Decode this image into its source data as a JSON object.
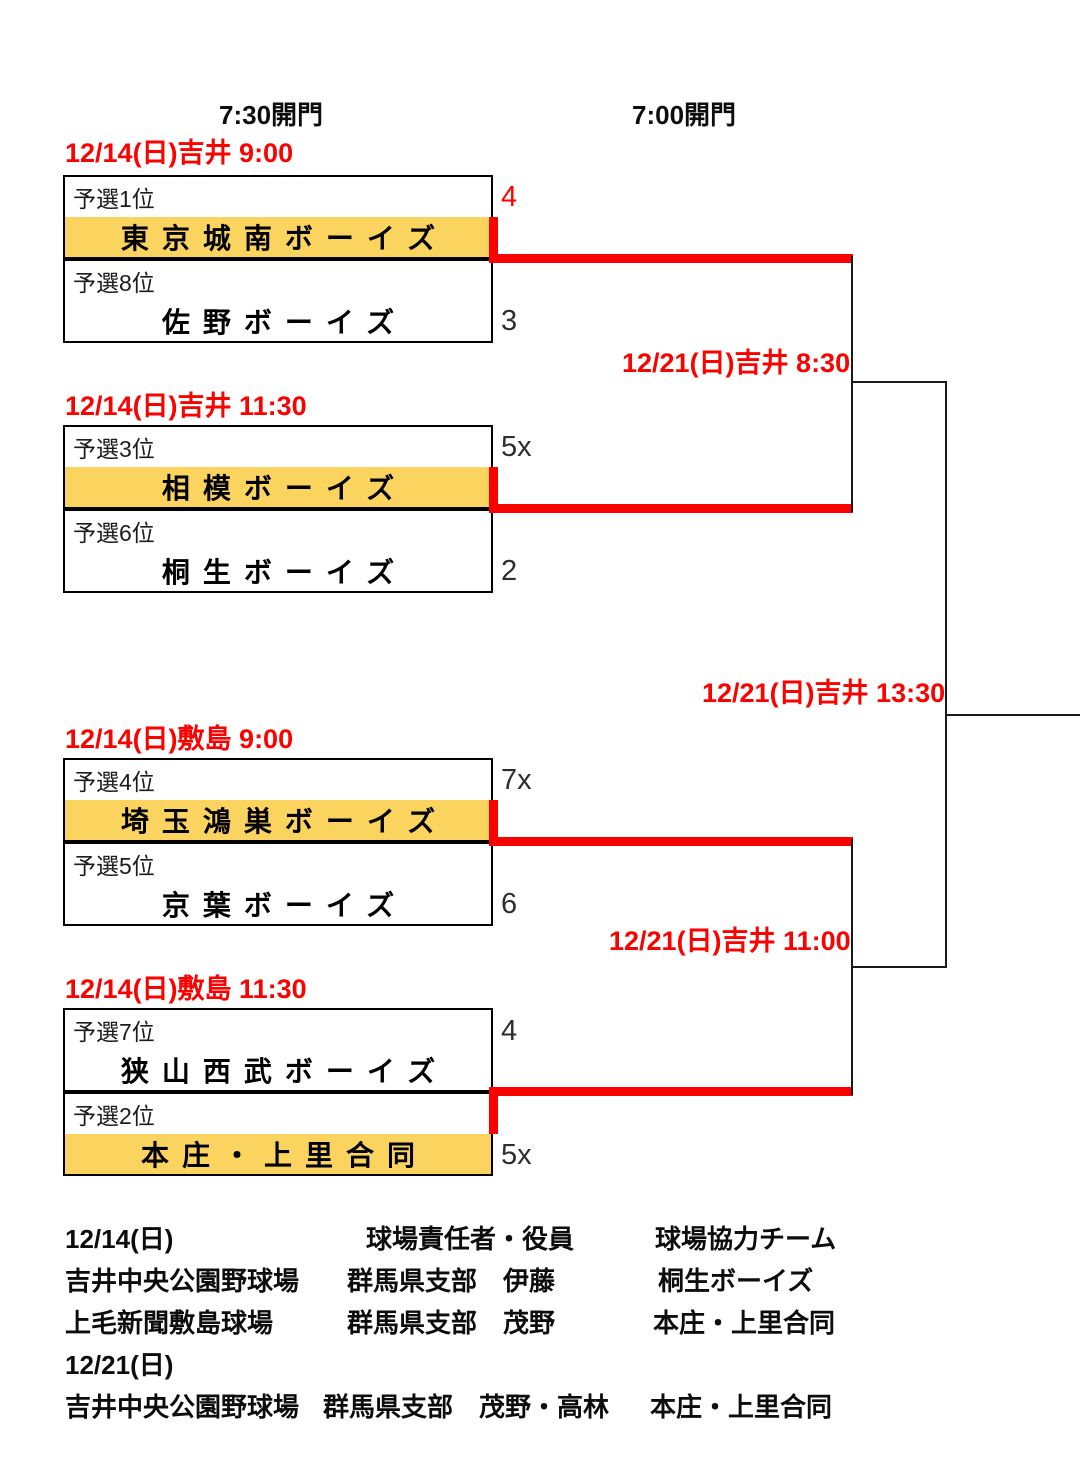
{
  "headers": {
    "left_gate": "7:30開門",
    "right_gate": "7:00開門"
  },
  "round1": [
    {
      "schedule": "12/14(日)吉井 9:00",
      "slots": [
        {
          "seed": "予選1位",
          "team": "東京城南ボーイズ",
          "score": "4",
          "winner": true
        },
        {
          "seed": "予選8位",
          "team": "佐野ボーイズ",
          "score": "3",
          "winner": false
        }
      ]
    },
    {
      "schedule": "12/14(日)吉井 11:30",
      "slots": [
        {
          "seed": "予選3位",
          "team": "相模ボーイズ",
          "score": "5x",
          "winner": true
        },
        {
          "seed": "予選6位",
          "team": "桐生ボーイズ",
          "score": "2",
          "winner": false
        }
      ]
    },
    {
      "schedule": "12/14(日)敷島 9:00",
      "slots": [
        {
          "seed": "予選4位",
          "team": "埼玉鴻巣ボーイズ",
          "score": "7x",
          "winner": true
        },
        {
          "seed": "予選5位",
          "team": "京葉ボーイズ",
          "score": "6",
          "winner": false
        }
      ]
    },
    {
      "schedule": "12/14(日)敷島 11:30",
      "slots": [
        {
          "seed": "予選7位",
          "team": "狭山西武ボーイズ",
          "score": "4",
          "winner": false
        },
        {
          "seed": "予選2位",
          "team": "本庄・上里合同",
          "score": "5x",
          "winner": true
        }
      ]
    }
  ],
  "semifinals": [
    {
      "schedule": "12/21(日)吉井 8:30"
    },
    {
      "schedule": "12/21(日)吉井 11:00"
    }
  ],
  "final": {
    "schedule": "12/21(日)吉井 13:30"
  },
  "colors": {
    "winner_highlight": "#fbd45f",
    "accent_red": "#fb0200",
    "bracket_line": "#1a1a1a"
  },
  "officials_table": {
    "rows": [
      [
        "12/14(日)",
        "球場責任者・役員",
        "球場協力チーム"
      ],
      [
        "吉井中央公園野球場",
        "群馬県支部　伊藤",
        "桐生ボーイズ"
      ],
      [
        "上毛新聞敷島球場",
        "群馬県支部　茂野",
        "本庄・上里合同"
      ],
      [
        "12/21(日)",
        "",
        ""
      ],
      [
        "吉井中央公園野球場",
        "群馬県支部　茂野・高林",
        "本庄・上里合同"
      ]
    ]
  }
}
